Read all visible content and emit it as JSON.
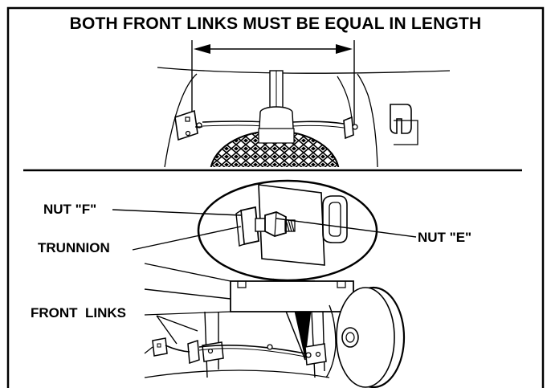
{
  "title": "BOTH FRONT LINKS MUST BE EQUAL IN LENGTH",
  "labels": {
    "nut_f": "NUT \"F\"",
    "trunnion": "TRUNNION",
    "nut_e": "NUT \"E\"",
    "front_links": "FRONT  LINKS"
  },
  "colors": {
    "ink": "#000000",
    "background": "#ffffff"
  }
}
